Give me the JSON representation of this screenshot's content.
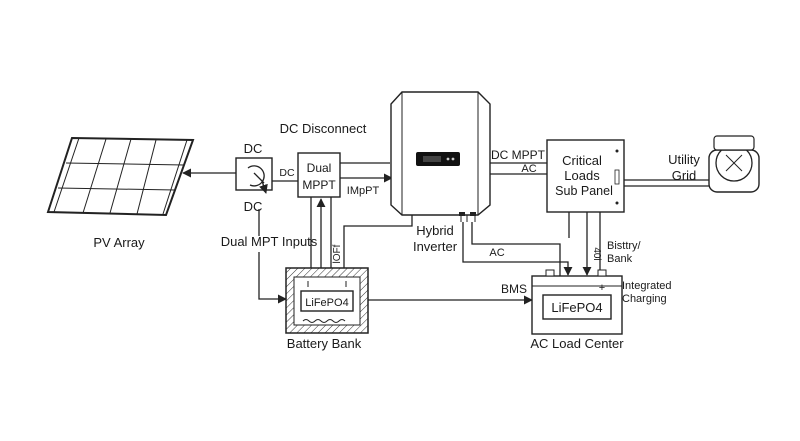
{
  "labels": {
    "pv_array": "PV Array",
    "dc_top": "DC",
    "dc_bottom": "DC",
    "dc_small": "DC",
    "dc_disconnect": "DC Disconnect",
    "dual_mpt_inputs": "Dual MPT Inputs",
    "mppt_line1": "Dual",
    "mppt_line2": "MPPT",
    "imppt": "IMpPT",
    "loft": "lOFf",
    "hybrid_line1": "Hybrid",
    "hybrid_line2": "Inverter",
    "dc_mppt": "DC MPPT",
    "ac_inverter_panel": "AC",
    "critical_line1": "Critical",
    "critical_line2": "Loads",
    "critical_line3": "Sub Panel",
    "utility_line1": "Utility",
    "utility_line2": "Grid",
    "ac_lower": "AC",
    "battery_bank_label": "Battery Bank",
    "lifepo4_left": "LiFePO4",
    "bms": "BMS",
    "lifepo4_right": "LiFePO4",
    "plus_sign": "+",
    "ac_load_center": "AC Load Center",
    "integrated_line1": "Integrated",
    "integrated_line2": "Charging",
    "bisttry_line1": "Bisttry/",
    "bisttry_line2": "Bank",
    "vertical_40i": "40i"
  }
}
